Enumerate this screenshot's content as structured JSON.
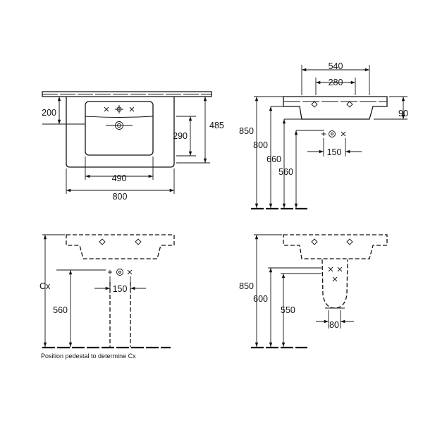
{
  "views": {
    "top_plan": {
      "dim_200": "200",
      "dim_290": "290",
      "dim_485": "485",
      "dim_490": "490",
      "dim_800": "800"
    },
    "side_section": {
      "dim_540": "540",
      "dim_280": "280",
      "dim_90": "90",
      "dim_850": "850",
      "dim_800": "800",
      "dim_660": "660",
      "dim_560": "560",
      "dim_150": "150"
    },
    "front_pedestal": {
      "dim_cx": "Cx",
      "dim_560": "560",
      "dim_150": "150",
      "note": "Position pedestal to determine Cx"
    },
    "side_pedestal": {
      "dim_850": "850",
      "dim_600": "600",
      "dim_550": "550",
      "dim_80": "80"
    }
  }
}
